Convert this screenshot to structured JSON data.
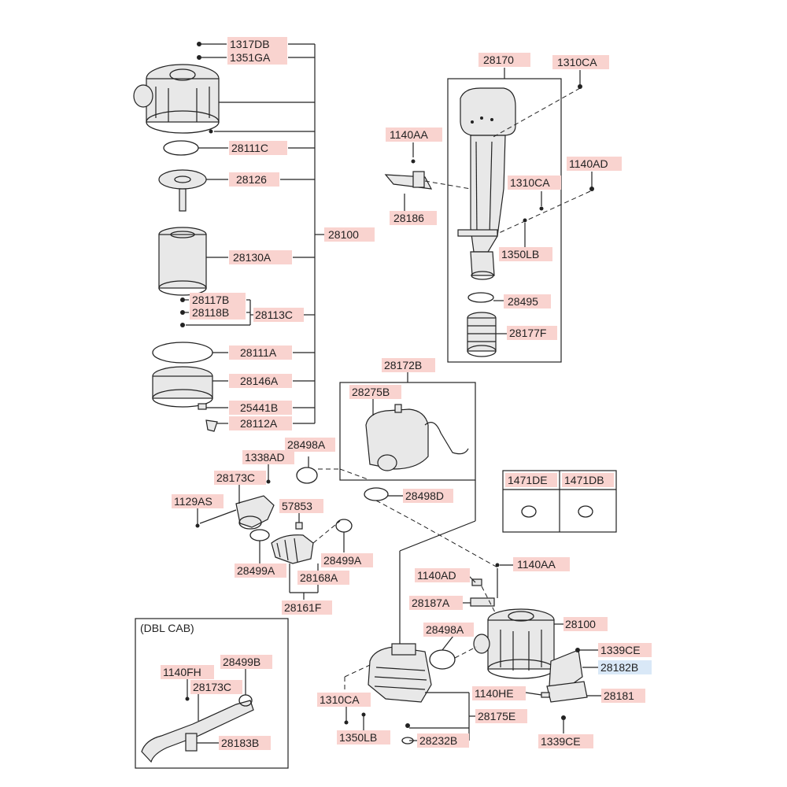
{
  "labels": {
    "p1317DB": "1317DB",
    "p1351GA": "1351GA",
    "p28111C": "28111C",
    "p28126": "28126",
    "p28100_left": "28100",
    "p28130A": "28130A",
    "p28117B": "28117B",
    "p28118B": "28118B",
    "p28113C": "28113C",
    "p28111A": "28111A",
    "p28146A": "28146A",
    "p25441B": "25441B",
    "p28112A": "28112A",
    "p28170": "28170",
    "p1310CA_top": "1310CA",
    "p1140AA_top": "1140AA",
    "p1140AD_top": "1140AD",
    "p1310CA_mid": "1310CA",
    "p28186": "28186",
    "p1350LB_top": "1350LB",
    "p28495": "28495",
    "p28177F": "28177F",
    "p28172B": "28172B",
    "p28275B": "28275B",
    "p28498A_top": "28498A",
    "p1338AD": "1338AD",
    "p28173C": "28173C",
    "p28498D": "28498D",
    "p1129AS": "1129AS",
    "p57853": "57853",
    "p28499A_left": "28499A",
    "p28499A_right": "28499A",
    "p28168A": "28168A",
    "p28161F": "28161F",
    "p1471DE": "1471DE",
    "p1471DB": "1471DB",
    "p1140AD_bot": "1140AD",
    "p1140AA_bot": "1140AA",
    "p28187A": "28187A",
    "p28100_right": "28100",
    "p28498A_bot": "28498A",
    "p1339CE_top": "1339CE",
    "p28182B": "28182B",
    "p1140HE": "1140HE",
    "p28181": "28181",
    "p1310CA_bot": "1310CA",
    "p28175E": "28175E",
    "p1350LB_bot": "1350LB",
    "p28232B": "28232B",
    "p1339CE_bot": "1339CE",
    "dbl_cab_title": "(DBL CAB)",
    "p1140FH": "1140FH",
    "p28499B": "28499B",
    "p28173C_dbl": "28173C",
    "p28183B": "28183B"
  },
  "colors": {
    "label_bg": "#f9d3cf",
    "label_bg_highlight": "#d9e8f7",
    "line": "#222222"
  }
}
